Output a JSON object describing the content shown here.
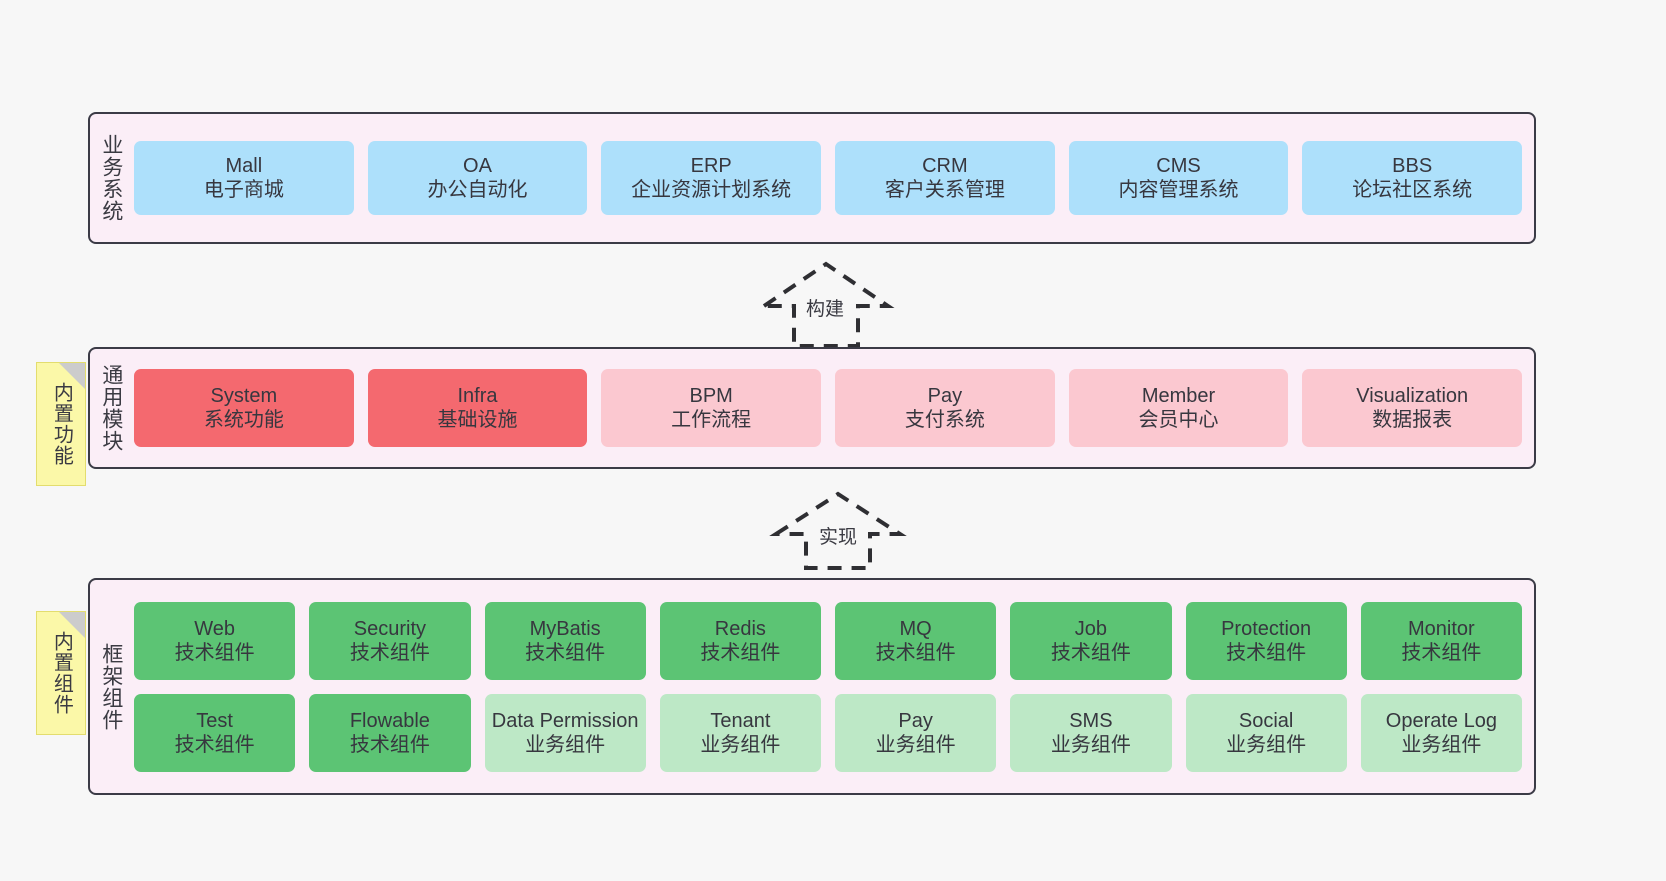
{
  "diagram": {
    "background": "#f7f7f7",
    "colors": {
      "container_fill": "#fbeef7",
      "container_border": "#3b3b46",
      "business_card": "#ade0fb",
      "module_core": "#f4696f",
      "module_other": "#fbc8d0",
      "tech_component": "#5cc474",
      "business_component": "#bde8c6",
      "note_fill": "#fbf8a8",
      "note_fold": "#cccccc"
    }
  },
  "layers": {
    "business": {
      "title": "业务系统",
      "cards": [
        {
          "name": "Mall",
          "desc": "电子商城"
        },
        {
          "name": "OA",
          "desc": "办公自动化"
        },
        {
          "name": "ERP",
          "desc": "企业资源计划系统"
        },
        {
          "name": "CRM",
          "desc": "客户关系管理"
        },
        {
          "name": "CMS",
          "desc": "内容管理系统"
        },
        {
          "name": "BBS",
          "desc": "论坛社区系统"
        }
      ]
    },
    "modules": {
      "title": "通用模块",
      "note": "内置功能",
      "cards": [
        {
          "name": "System",
          "desc": "系统功能",
          "style": "red"
        },
        {
          "name": "Infra",
          "desc": "基础设施",
          "style": "red"
        },
        {
          "name": "BPM",
          "desc": "工作流程",
          "style": "pink"
        },
        {
          "name": "Pay",
          "desc": "支付系统",
          "style": "pink"
        },
        {
          "name": "Member",
          "desc": "会员中心",
          "style": "pink"
        },
        {
          "name": "Visualization",
          "desc": "数据报表",
          "style": "pink"
        }
      ]
    },
    "framework": {
      "title": "框架组件",
      "note": "内置组件",
      "row1": [
        {
          "name": "Web",
          "desc": "技术组件"
        },
        {
          "name": "Security",
          "desc": "技术组件"
        },
        {
          "name": "MyBatis",
          "desc": "技术组件"
        },
        {
          "name": "Redis",
          "desc": "技术组件"
        },
        {
          "name": "MQ",
          "desc": "技术组件"
        },
        {
          "name": "Job",
          "desc": "技术组件"
        },
        {
          "name": "Protection",
          "desc": "技术组件"
        },
        {
          "name": "Monitor",
          "desc": "技术组件"
        }
      ],
      "row2": [
        {
          "name": "Test",
          "desc": "技术组件",
          "style": "green"
        },
        {
          "name": "Flowable",
          "desc": "技术组件",
          "style": "green"
        },
        {
          "name": "Data Permission",
          "desc": "业务组件",
          "style": "mint"
        },
        {
          "name": "Tenant",
          "desc": "业务组件",
          "style": "mint"
        },
        {
          "name": "Pay",
          "desc": "业务组件",
          "style": "mint"
        },
        {
          "name": "SMS",
          "desc": "业务组件",
          "style": "mint"
        },
        {
          "name": "Social",
          "desc": "业务组件",
          "style": "mint"
        },
        {
          "name": "Operate Log",
          "desc": "业务组件",
          "style": "mint"
        }
      ]
    }
  },
  "connectors": [
    {
      "id": "build",
      "label": "构建"
    },
    {
      "id": "implement",
      "label": "实现"
    }
  ]
}
